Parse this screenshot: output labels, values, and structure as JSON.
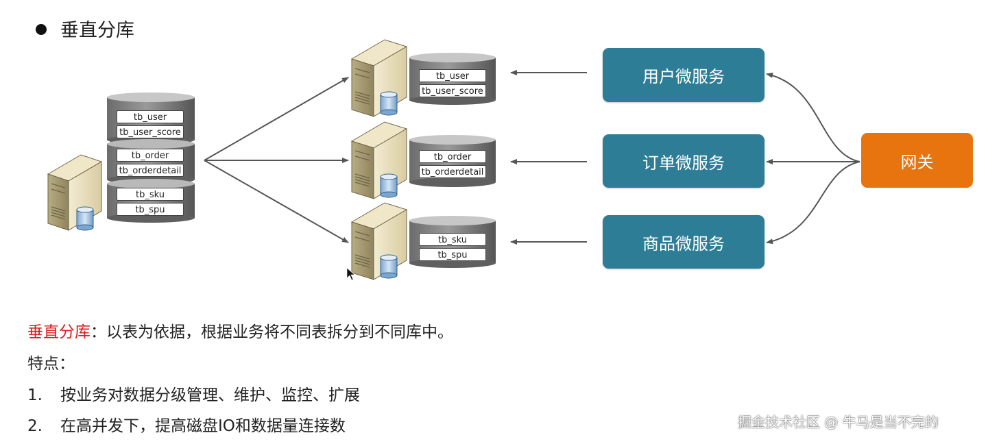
{
  "title": "垂直分库",
  "left_db": {
    "tables": [
      "tb_user",
      "tb_user_score",
      "tb_order",
      "tb_orderdetail",
      "tb_sku",
      "tb_spu"
    ]
  },
  "shards": [
    {
      "tables": [
        "tb_user",
        "tb_user_score"
      ]
    },
    {
      "tables": [
        "tb_order",
        "tb_orderdetail"
      ]
    },
    {
      "tables": [
        "tb_sku",
        "tb_spu"
      ]
    }
  ],
  "services": [
    "用户微服务",
    "订单微服务",
    "商品微服务"
  ],
  "gateway": "网关",
  "description": {
    "highlight": "垂直分库",
    "text": "：以表为依据，根据业务将不同表拆分到不同库中。",
    "features_label": "特点：",
    "features": [
      {
        "num": "1.",
        "text": "按业务对数据分级管理、维护、监控、扩展"
      },
      {
        "num": "2.",
        "text": "在高并发下，提高磁盘IO和数据量连接数"
      }
    ]
  },
  "watermark": "掘金技术社区 @ 牛马是当不完的",
  "colors": {
    "service": "#2d7d96",
    "gateway": "#e8740f",
    "highlight": "#d42121"
  }
}
